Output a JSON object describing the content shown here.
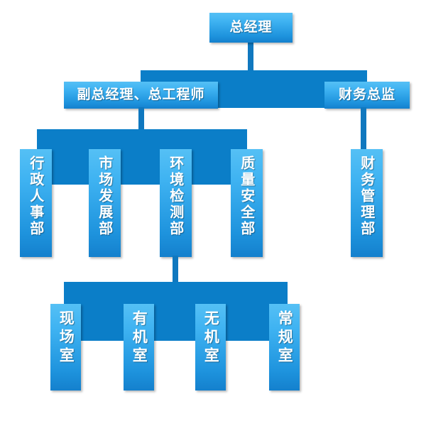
{
  "chart_data": {
    "type": "diagram",
    "title": "",
    "diagram_kind": "organization-chart",
    "orientation": "top-down",
    "accent_color": "#1e93dd",
    "connector_color": "#0b7ec8",
    "box_gradient_top": "#55c0f5",
    "box_gradient_bottom": "#1480cd",
    "text_color": "#ffffff",
    "background": "#ffffff",
    "levels": [
      {
        "level": 1,
        "nodes": [
          "总经理"
        ]
      },
      {
        "level": 2,
        "nodes": [
          "副总经理、总工程师",
          "财务总监"
        ]
      },
      {
        "level": 3,
        "nodes": [
          "行政人事部",
          "市场发展部",
          "环境检测部",
          "质量安全部",
          "财务管理部"
        ]
      },
      {
        "level": 4,
        "nodes": [
          "现场室",
          "有机室",
          "无机室",
          "常规室"
        ]
      }
    ],
    "edges": [
      {
        "from": "总经理",
        "to": "副总经理、总工程师"
      },
      {
        "from": "总经理",
        "to": "财务总监"
      },
      {
        "from": "副总经理、总工程师",
        "to": "行政人事部"
      },
      {
        "from": "副总经理、总工程师",
        "to": "市场发展部"
      },
      {
        "from": "副总经理、总工程师",
        "to": "环境检测部"
      },
      {
        "from": "副总经理、总工程师",
        "to": "质量安全部"
      },
      {
        "from": "财务总监",
        "to": "财务管理部"
      },
      {
        "from": "环境检测部",
        "to": "现场室"
      },
      {
        "from": "环境检测部",
        "to": "有机室"
      },
      {
        "from": "环境检测部",
        "to": "无机室"
      },
      {
        "from": "环境检测部",
        "to": "常规室"
      }
    ]
  },
  "org": {
    "general_manager": "总经理",
    "deputy_gm_chief_engineer": "副总经理、总工程师",
    "finance_director": "财务总监",
    "departments": [
      "行政人事部",
      "市场发展部",
      "环境检测部",
      "质量安全部"
    ],
    "finance_department": "财务管理部",
    "labs": [
      "现场室",
      "有机室",
      "无机室",
      "常规室"
    ]
  }
}
